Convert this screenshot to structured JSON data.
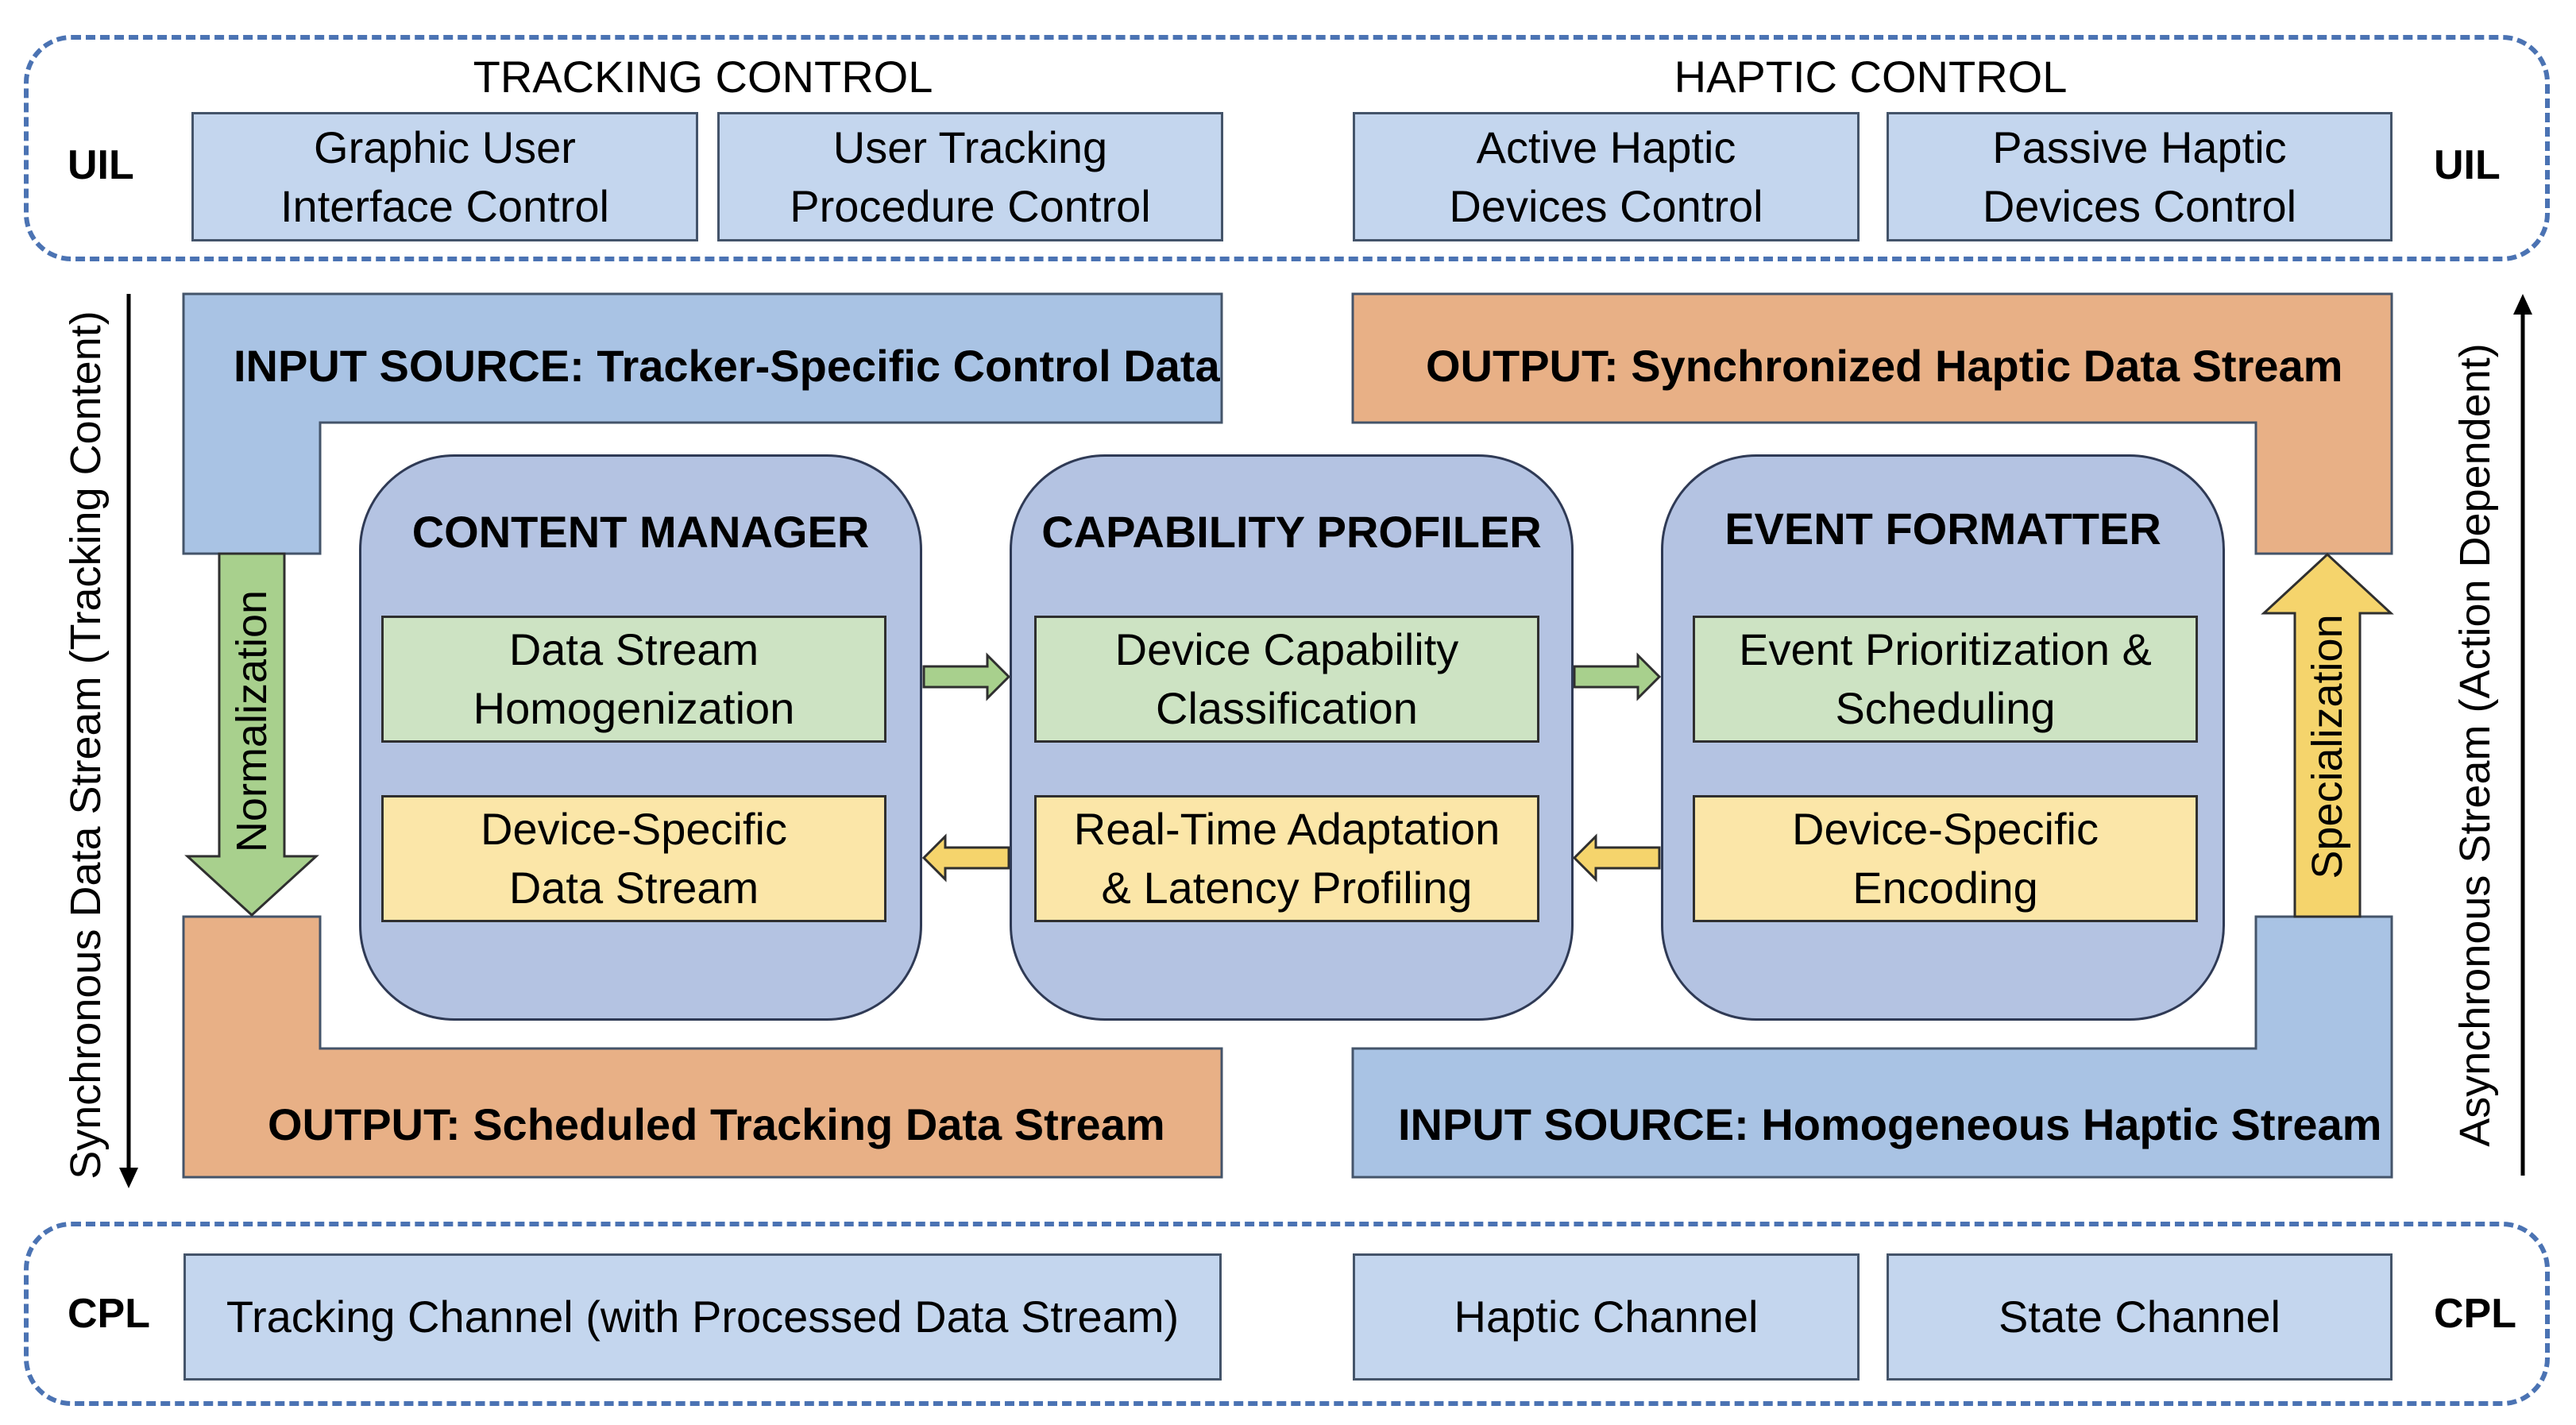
{
  "colors": {
    "dash": "#4b73b3",
    "light_blue": "#c4d6ee",
    "input_blue": "#a9c3e4",
    "output_orange": "#e8b086",
    "module": "#b4c3e2",
    "green": "#cde3c3",
    "yellow": "#fbe6a8",
    "arrow_green": "#a8d08d",
    "arrow_yellow": "#f5d46c"
  },
  "uil": {
    "left_label": "UIL",
    "right_label": "UIL",
    "tracking_title": "TRACKING CONTROL",
    "haptic_title": "HAPTIC CONTROL",
    "boxes": [
      "Graphic User\nInterface Control",
      "User Tracking\nProcedure Control",
      "Active Haptic\nDevices Control",
      "Passive Haptic\nDevices Control"
    ]
  },
  "bands": {
    "input_left": "INPUT SOURCE: Tracker-Specific Control Data",
    "output_right": "OUTPUT: Synchronized Haptic Data Stream",
    "output_left": "OUTPUT: Scheduled Tracking Data Stream",
    "input_right": "INPUT SOURCE: Homogeneous Haptic Stream"
  },
  "arrows": {
    "normalization": "Normalization",
    "specialization": "Specialization"
  },
  "side": {
    "left": "Synchronous Data Stream (Tracking Content)",
    "right": "Asynchronous Stream (Action Dependent)"
  },
  "modules": [
    {
      "title": "CONTENT MANAGER",
      "top": "Data Stream\nHomogenization",
      "bottom": "Device-Specific\nData Stream"
    },
    {
      "title": "CAPABILITY PROFILER",
      "top": "Device Capability\nClassification",
      "bottom": "Real-Time Adaptation\n& Latency Profiling"
    },
    {
      "title": "EVENT FORMATTER",
      "top": "Event Prioritization &\nScheduling",
      "bottom": "Device-Specific\nEncoding"
    }
  ],
  "cpl": {
    "left_label": "CPL",
    "right_label": "CPL",
    "channels": [
      "Tracking Channel (with Processed Data Stream)",
      "Haptic Channel",
      "State Channel"
    ]
  }
}
